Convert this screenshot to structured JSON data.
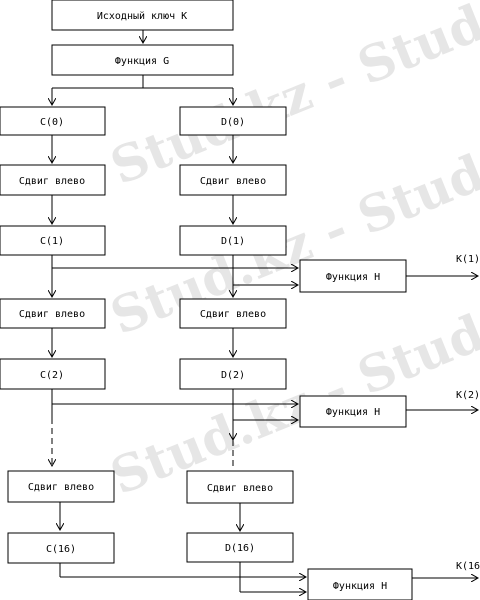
{
  "watermark": {
    "text": "Stud.kz - Stud.kz"
  },
  "boxes": {
    "source_key": "Исходный ключ К",
    "function_g": "Функция G",
    "c0": "C(0)",
    "d0": "D(0)",
    "shift_c_1": "Сдвиг влево",
    "shift_d_1": "Сдвиг влево",
    "c1": "C(1)",
    "d1": "D(1)",
    "function_h_1": "Функция H",
    "shift_c_2": "Сдвиг влево",
    "shift_d_2": "Сдвиг влево",
    "c2": "C(2)",
    "d2": "D(2)",
    "function_h_2": "Функция H",
    "shift_c_16": "Сдвиг влево",
    "shift_d_16": "Сдвиг влево",
    "c16": "C(16)",
    "d16": "D(16)",
    "function_h_16": "Функция H"
  },
  "outputs": {
    "k1": "K(1)",
    "k2": "K(2)",
    "k16": "K(16"
  }
}
